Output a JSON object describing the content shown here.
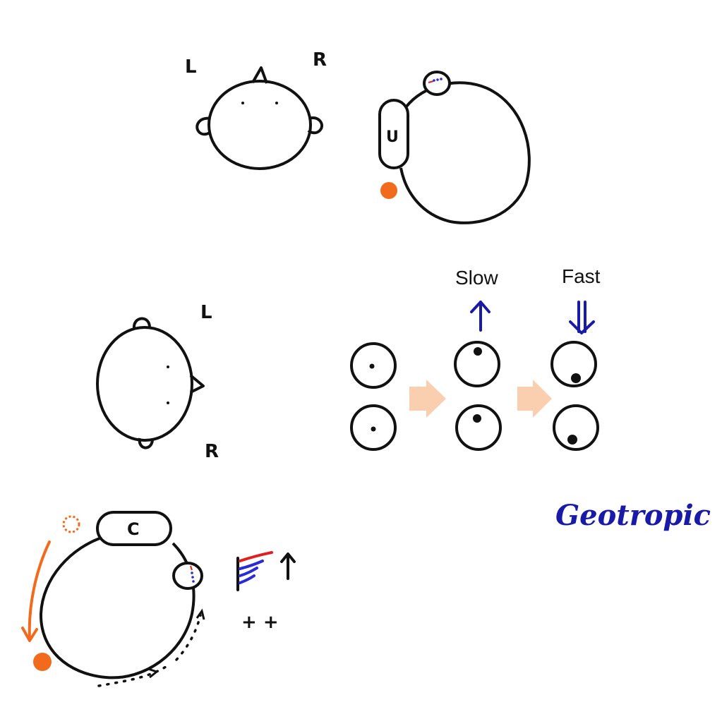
{
  "top_head": {
    "left_label": "L",
    "right_label": "R"
  },
  "top_canal": {
    "cupula_label": "U"
  },
  "middle_head": {
    "left_label": "L",
    "right_label": "R"
  },
  "nystagmus": {
    "slow_label": "Slow",
    "fast_label": "Fast"
  },
  "bottom_canal": {
    "cupula_label": "C",
    "plus_label": "+ +"
  },
  "title": "Geotropic",
  "colors": {
    "ink": "#111111",
    "otolith": "#f26a1b",
    "pastel_arrow": "#f9cfb0",
    "eye_arrow": "#1a1aa8",
    "red": "#e02020",
    "blue": "#2a2ad8"
  }
}
